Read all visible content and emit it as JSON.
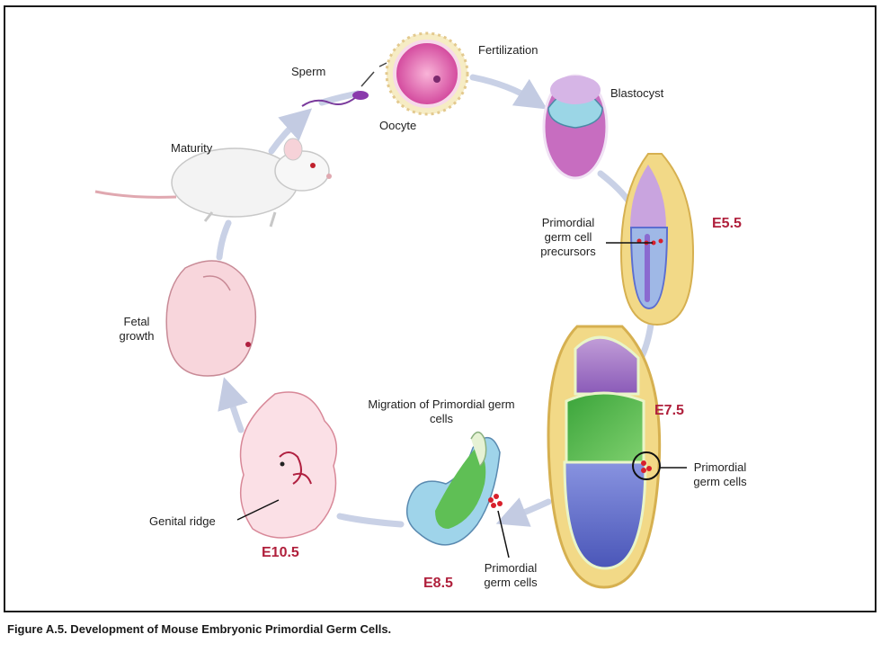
{
  "diagram": {
    "labels": {
      "sperm": "Sperm",
      "fertilization": "Fertilization",
      "oocyte": "Oocyte",
      "blastocyst": "Blastocyst",
      "maturity": "Maturity",
      "pgc_precursors": "Primordial germ cell precursors",
      "fetal_growth": "Fetal growth",
      "migration": "Migration of Primordial germ cells",
      "pgc_e75": "Primordial germ cells",
      "genital_ridge": "Genital ridge",
      "pgc_e85": "Primordial germ cells"
    },
    "stages": {
      "e55": "E5.5",
      "e75": "E7.5",
      "e85": "E8.5",
      "e105": "E10.5"
    }
  },
  "caption": "Figure A.5. Development of Mouse Embryonic Primordial Germ Cells.",
  "colors": {
    "stage_label": "#b0203c",
    "arrow": "#c9d1e6",
    "embryo_purple": "#b98bd0",
    "embryo_green": "#3fae3f",
    "embryo_blue": "#5f6fd0",
    "embryo_yellow": "#f2e08a",
    "pink": "#f4c3d2"
  }
}
